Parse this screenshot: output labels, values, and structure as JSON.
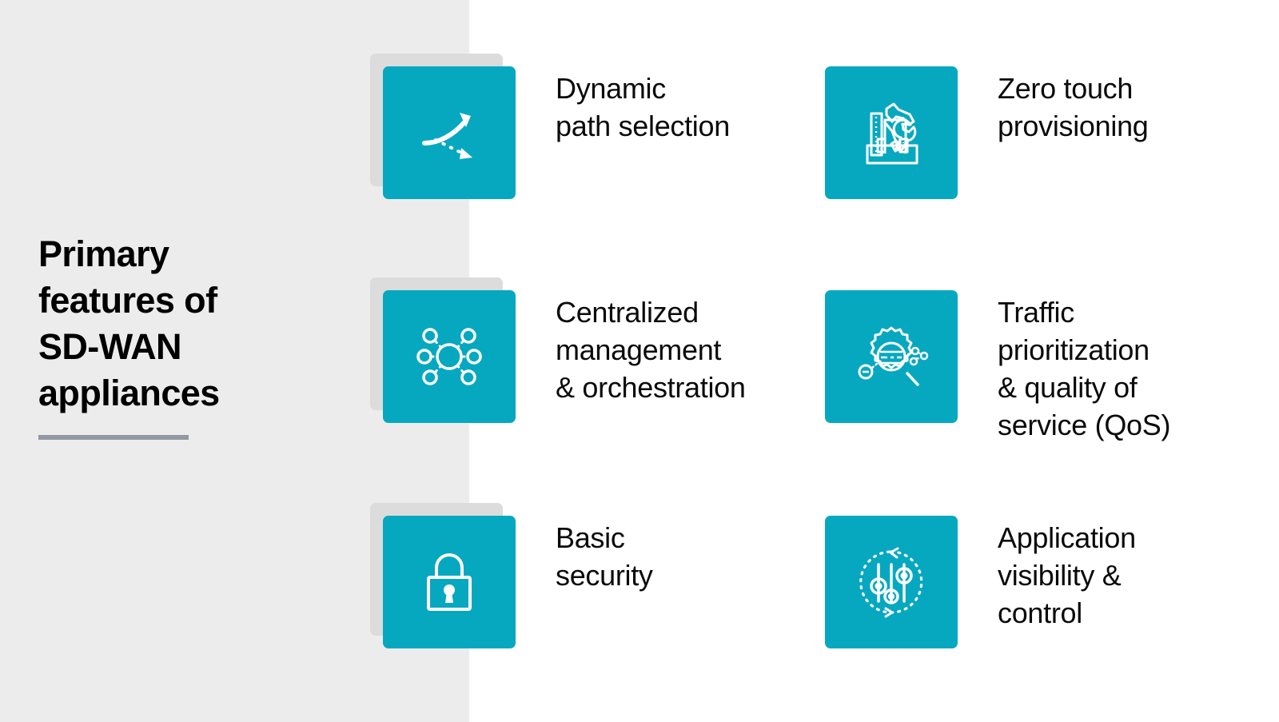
{
  "panel": {
    "title": "Primary\nfeatures of\nSD-WAN\nappliances"
  },
  "colors": {
    "accent_teal": "#06A8C0",
    "tile_shadow": "#DCDCDC",
    "panel_background": "#ECECEC",
    "rule": "#9299A2",
    "text": "#0A0A0A",
    "page_background": "#FFFFFF"
  },
  "features": [
    {
      "label": "Dynamic\npath selection",
      "icon": "diverging-paths-icon",
      "has_shadow": true,
      "row": 1,
      "column": 1
    },
    {
      "label": "Zero touch\nprovisioning",
      "icon": "toolbox-icon",
      "has_shadow": false,
      "row": 1,
      "column": 2
    },
    {
      "label": "Centralized\nmanagement\n& orchestration",
      "icon": "hub-and-spoke-network-icon",
      "has_shadow": true,
      "row": 2,
      "column": 1
    },
    {
      "label": "Traffic\nprioritization\n& quality of\nservice (QoS)",
      "icon": "gear-magnifier-data-icon",
      "has_shadow": false,
      "row": 2,
      "column": 2
    },
    {
      "label": "Basic\nsecurity",
      "icon": "padlock-icon",
      "has_shadow": true,
      "row": 3,
      "column": 1
    },
    {
      "label": "Application\nvisibility &\ncontrol",
      "icon": "sliders-refresh-icon",
      "has_shadow": false,
      "row": 3,
      "column": 2
    }
  ]
}
